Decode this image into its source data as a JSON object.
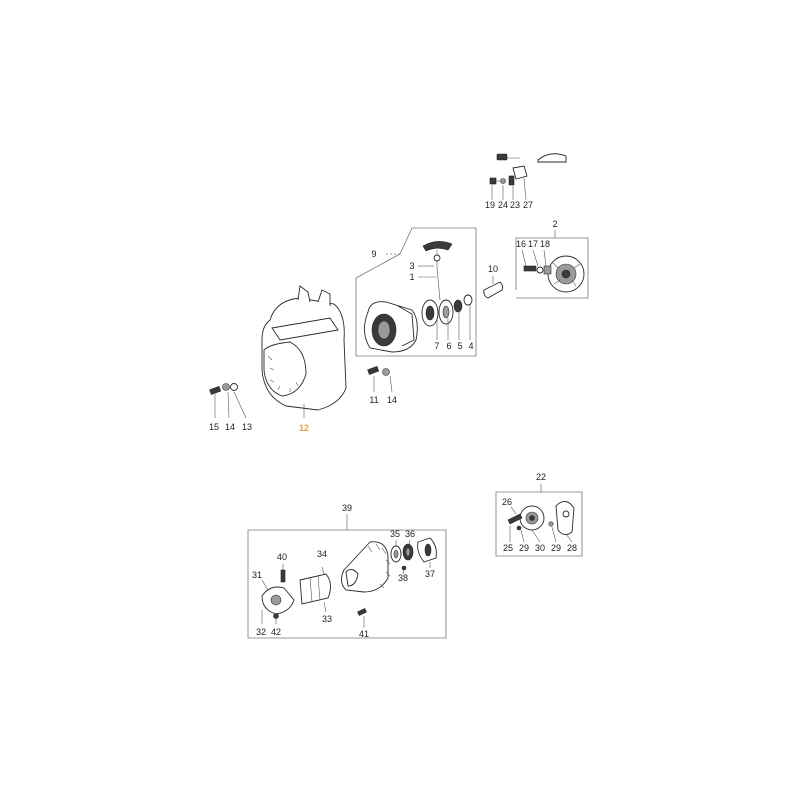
{
  "highlight_color": "#e8a33d",
  "labels": {
    "l19": "19",
    "l24": "24",
    "l23": "23",
    "l27": "27",
    "l9": "9",
    "l3": "3",
    "l1": "1",
    "l10": "10",
    "l7": "7",
    "l6": "6",
    "l5": "5",
    "l4": "4",
    "l2": "2",
    "l16": "16",
    "l17": "17",
    "l18": "18",
    "l15": "15",
    "l14a": "14",
    "l13": "13",
    "l12": "12",
    "l11": "11",
    "l14b": "14",
    "l22": "22",
    "l26": "26",
    "l25": "25",
    "l29a": "29",
    "l30": "30",
    "l29b": "29",
    "l28": "28",
    "l39": "39",
    "l40": "40",
    "l34": "34",
    "l35": "35",
    "l36": "36",
    "l31": "31",
    "l38": "38",
    "l37": "37",
    "l33": "33",
    "l32": "32",
    "l42": "42",
    "l41": "41"
  }
}
